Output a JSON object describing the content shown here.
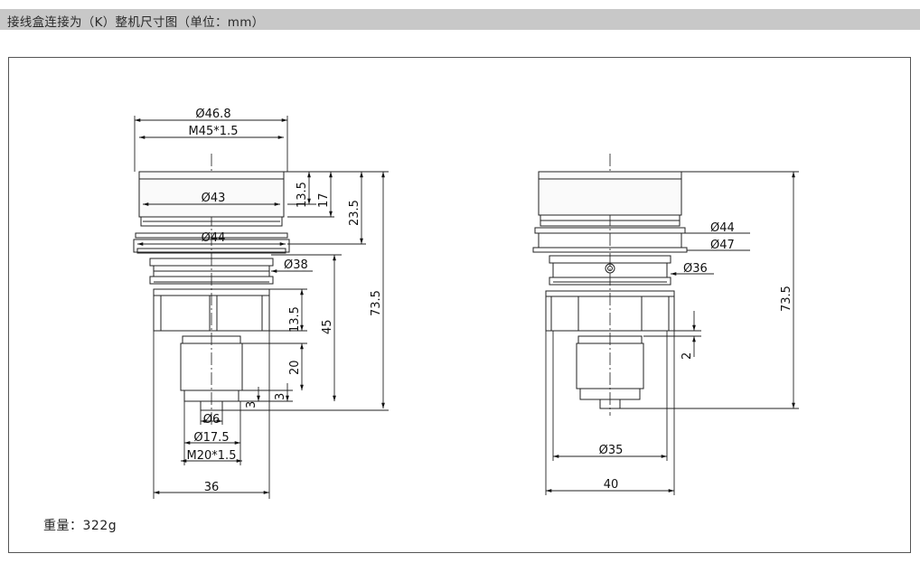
{
  "title": "接线盒连接为（K）整机尺寸图（单位：mm）",
  "weight": "重量：322g",
  "left_view": {
    "d_top": "Ø46.8",
    "thread_top": "M45*1.5",
    "d_cap": "Ø43",
    "d_ring": "Ø44",
    "d_neck": "Ø38",
    "d_tip": "Ø6",
    "d_bottom": "Ø17.5",
    "thread_bottom": "M20*1.5",
    "width_hex": "36",
    "h_13_5_top": "13.5",
    "h_17": "17",
    "h_23_5": "23.5",
    "h_73_5": "73.5",
    "h_13_5_hex": "13.5",
    "h_45": "45",
    "h_20": "20",
    "h_3a": "3",
    "h_3b": "3"
  },
  "right_view": {
    "d_44": "Ø44",
    "d_47": "Ø47",
    "d_36": "Ø36",
    "h_73_5": "73.5",
    "h_2": "2",
    "d_35": "Ø35",
    "width_40": "40"
  }
}
